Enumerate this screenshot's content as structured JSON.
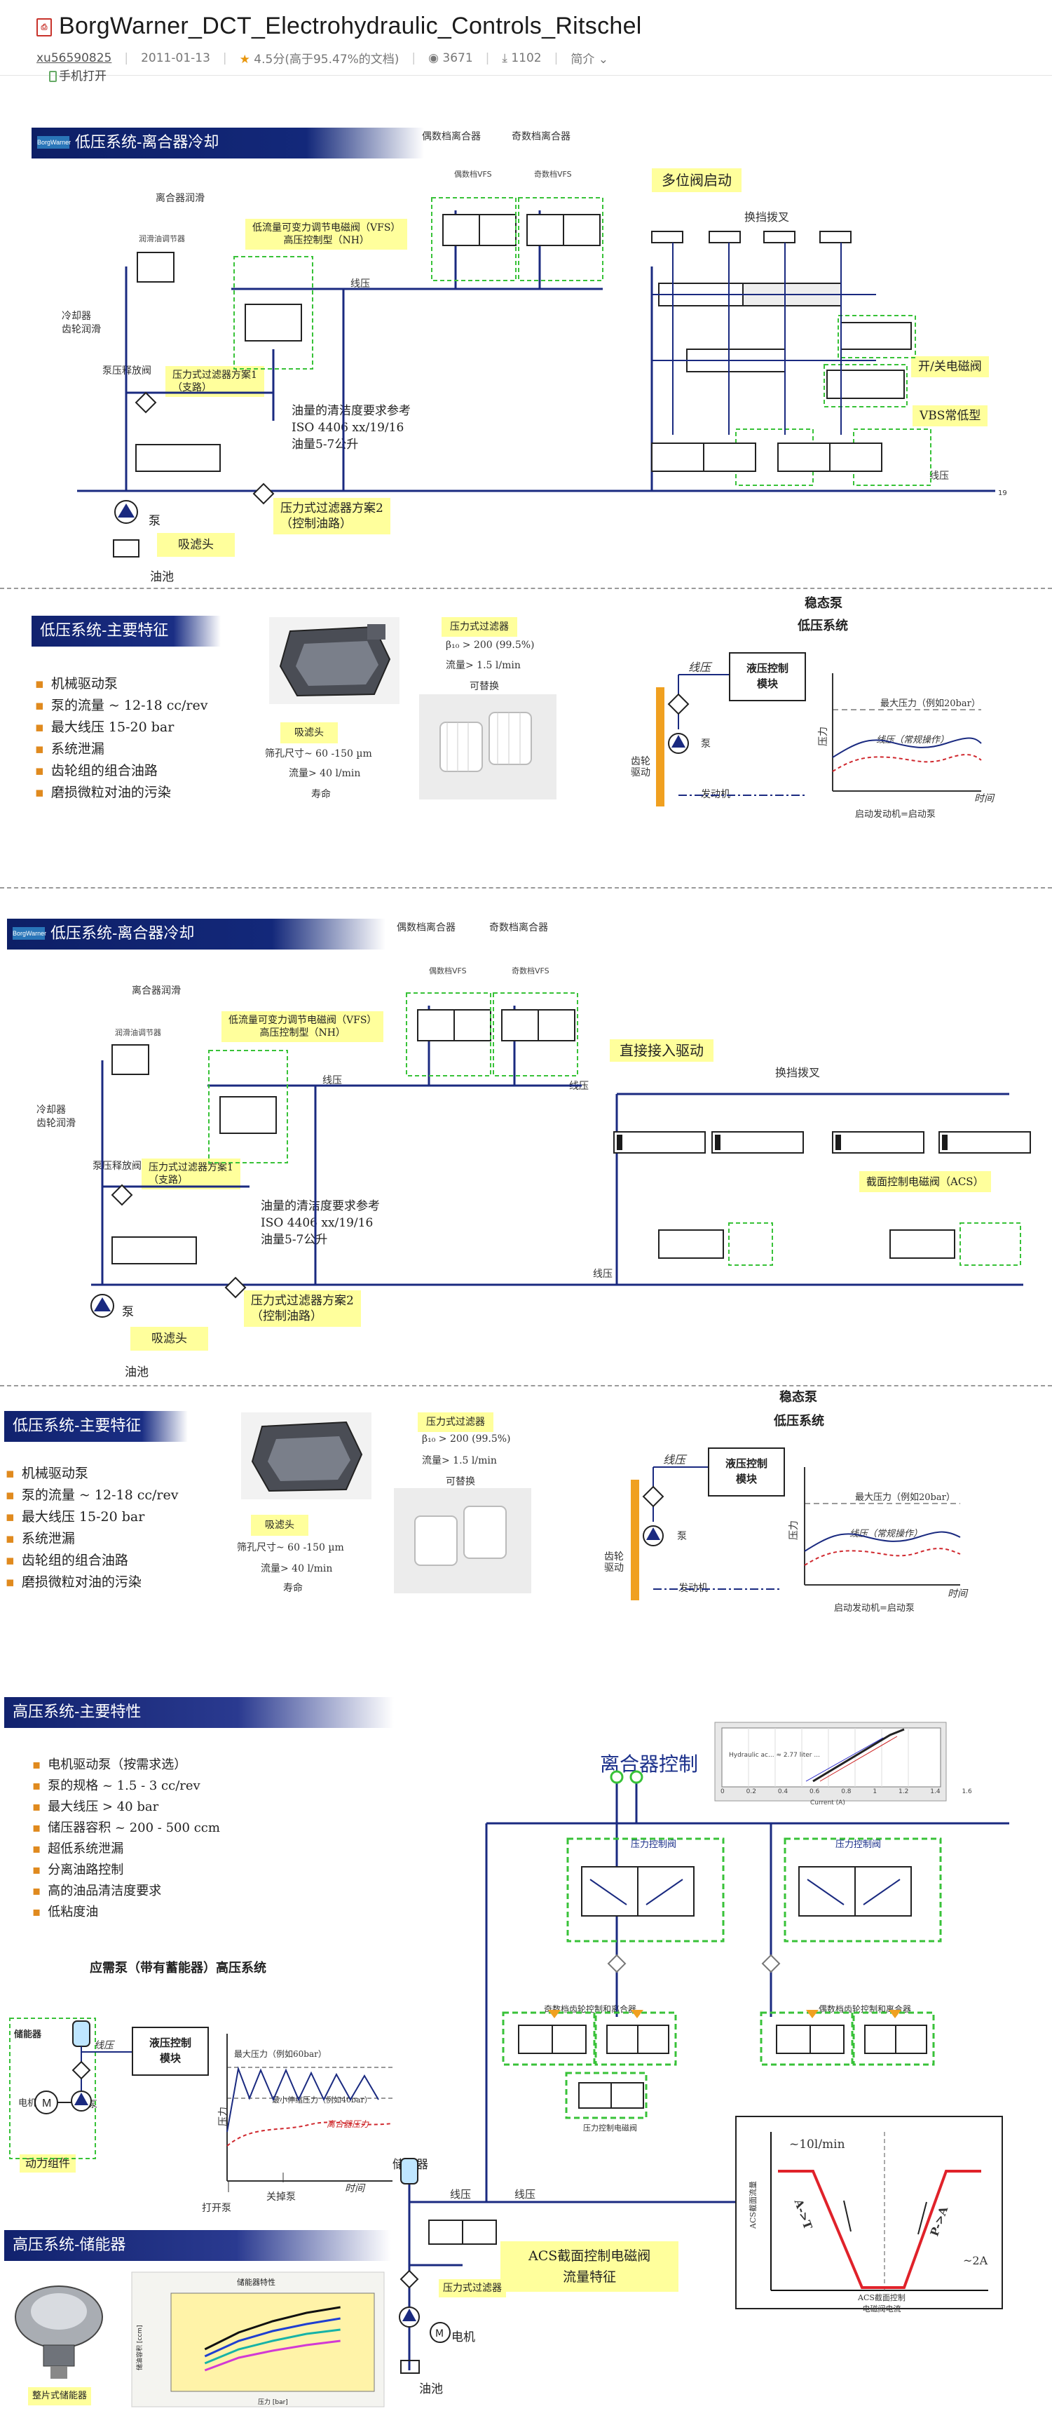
{
  "header": {
    "title": "BorgWarner_DCT_Electrohydraulic_Controls_Ritschel",
    "user": "xu56590825",
    "date": "2011-01-13",
    "rating": "4.5分(高于95.47%的文档)",
    "views": "3671",
    "downloads": "1102",
    "intro": "简介",
    "mobile": "手机打开"
  },
  "slide1": {
    "banner": "低压系统-离合器冷却",
    "logo": "BorgWarner",
    "even_clutch": "偶数档离合器",
    "odd_clutch": "奇数档离合器",
    "even_vfs": "偶数档VFS",
    "odd_vfs": "奇数档VFS",
    "clutch_lube": "离合器润滑",
    "lube_reg": "润滑油调节器",
    "vfs_note": "低流量可变力调节电磁阀（VFS）\n高压控制型（NH）",
    "line_pressure": "线压",
    "cooler": "冷却器\n齿轮润滑",
    "pressure_relief": "泵压释放阀",
    "filter1": "压力式过滤器方案1\n（支路）",
    "cleanliness": "油量的清洁度要求参考\nISO 4406 xx/19/16\n油量5-7公升",
    "filter2": "压力式过滤器方案2\n（控制油路）",
    "pump": "泵",
    "suction": "吸滤头",
    "sump": "油池",
    "multi_valve": "多位阀启动",
    "shift_fork": "换挡拨叉",
    "onoff": "开/关电磁阀",
    "vbs": "VBS常低型",
    "line_right": "线压",
    "page": "19"
  },
  "slide2": {
    "banner": "低压系统-主要特征",
    "features": [
      "机械驱动泵",
      "泵的流量 ~ 12-18 cc/rev",
      "最大线压 15-20 bar",
      "系统泄漏",
      "齿轮组的组合油路",
      "磨损微粒对油的污染"
    ],
    "filter_label": "压力式过滤器",
    "beta": "β₁₀ > 200 (99.5%)",
    "flow": "流量> 1.5 l/min",
    "replaceable": "可替换",
    "suction_label": "吸滤头",
    "mesh": "筛孔尺寸~ 60 -150 µm",
    "flow40": "流量> 40 l/min",
    "life": "寿命",
    "stable_pump": "稳态泵",
    "low_system": "低压系统",
    "hyd_module": "液压控制\n模块",
    "line_pressure": "线压",
    "pump": "泵",
    "engine": "发动机",
    "gear_drive": "齿轮\n驱动",
    "max_press": "最大压力（例如20bar）",
    "line_press": "线压（常规操作）",
    "y_axis": "压力",
    "x_axis": "时间",
    "start": "启动发动机=启动泵"
  },
  "slide3": {
    "banner": "低压系统-离合器冷却",
    "direct_drive": "直接接入驱动",
    "shift_fork": "换挡拨叉",
    "acs": "截面控制电磁阀（ACS）",
    "line": "线压"
  },
  "slide5": {
    "banner": "高压系统-主要特性",
    "features": [
      "电机驱动泵（按需求选）",
      "泵的规格 ~ 1.5 - 3 cc/rev",
      "最大线压 > 40 bar",
      "储压器容积 ~ 200 - 500 ccm",
      "超低系统泄漏",
      "分离油路控制",
      "高的油品清洁度要求",
      "低粘度油"
    ],
    "subtitle": "应需泵（带有蓄能器）高压系统",
    "accumulator": "储能器",
    "motor": "电机",
    "pump": "泵",
    "power_unit": "动力组件",
    "hyd_module": "液压控制\n模块",
    "line": "线压",
    "max_press": "最大压力（例如60bar）",
    "min_press": "最小伸缩压力（例如40bar）",
    "clutch_press": "离合器压力",
    "y_axis": "压力",
    "x_axis": "时间",
    "pump_on": "打开泵",
    "pump_off": "关掉泵",
    "clutch_ctrl": "离合器控制",
    "press_ctrl_valve": "压力控制阀",
    "even_ctrl": "奇数档齿轮控制和离合器",
    "odd_ctrl": "偶数档齿轮控制和离合器",
    "press_valve": "压力控制电磁阀",
    "acs_title": "ACS截面控制电磁阀\n流量特征",
    "acs_y": "ACS截面流量",
    "acs_x": "ACS截面控制\n电磁阀电流",
    "acs_flow": "~10l/min",
    "acs_p2a": "P->A",
    "acs_a2t": "A->T",
    "acs_2a": "~2A",
    "filter": "压力式过滤器",
    "motor2": "电机",
    "sump": "油池",
    "store": "储能器",
    "line2": "线压",
    "inset_caption": "Hydraulic ac... ≈ 2.77 liter ...",
    "inset_xlabel": "Current (A)",
    "ticks": [
      "0",
      "0.2",
      "0.4",
      "0.6",
      "0.8",
      "1",
      "1.2",
      "1.4",
      "1.6"
    ]
  },
  "slide6": {
    "banner": "高压系统-储能器",
    "caption": "整片式储能器",
    "chart_title": "储能器特性",
    "chart_data": {
      "type": "line",
      "title": "储能器特性",
      "xlabel": "压力 [bar]",
      "ylabel": "储油容积 [ccm]",
      "x": [
        20,
        30,
        40,
        50,
        60
      ],
      "series": [
        {
          "name": "",
          "values": [
            300,
            420,
            500,
            560,
            600
          ],
          "color": "#111111"
        },
        {
          "name": "",
          "values": [
            250,
            360,
            430,
            480,
            520
          ],
          "color": "#1f3fd0"
        },
        {
          "name": "",
          "values": [
            200,
            300,
            360,
            410,
            440
          ],
          "color": "#17b3a6"
        },
        {
          "name": "",
          "values": [
            150,
            240,
            290,
            330,
            360
          ],
          "color": "#d23ad4"
        }
      ]
    }
  }
}
